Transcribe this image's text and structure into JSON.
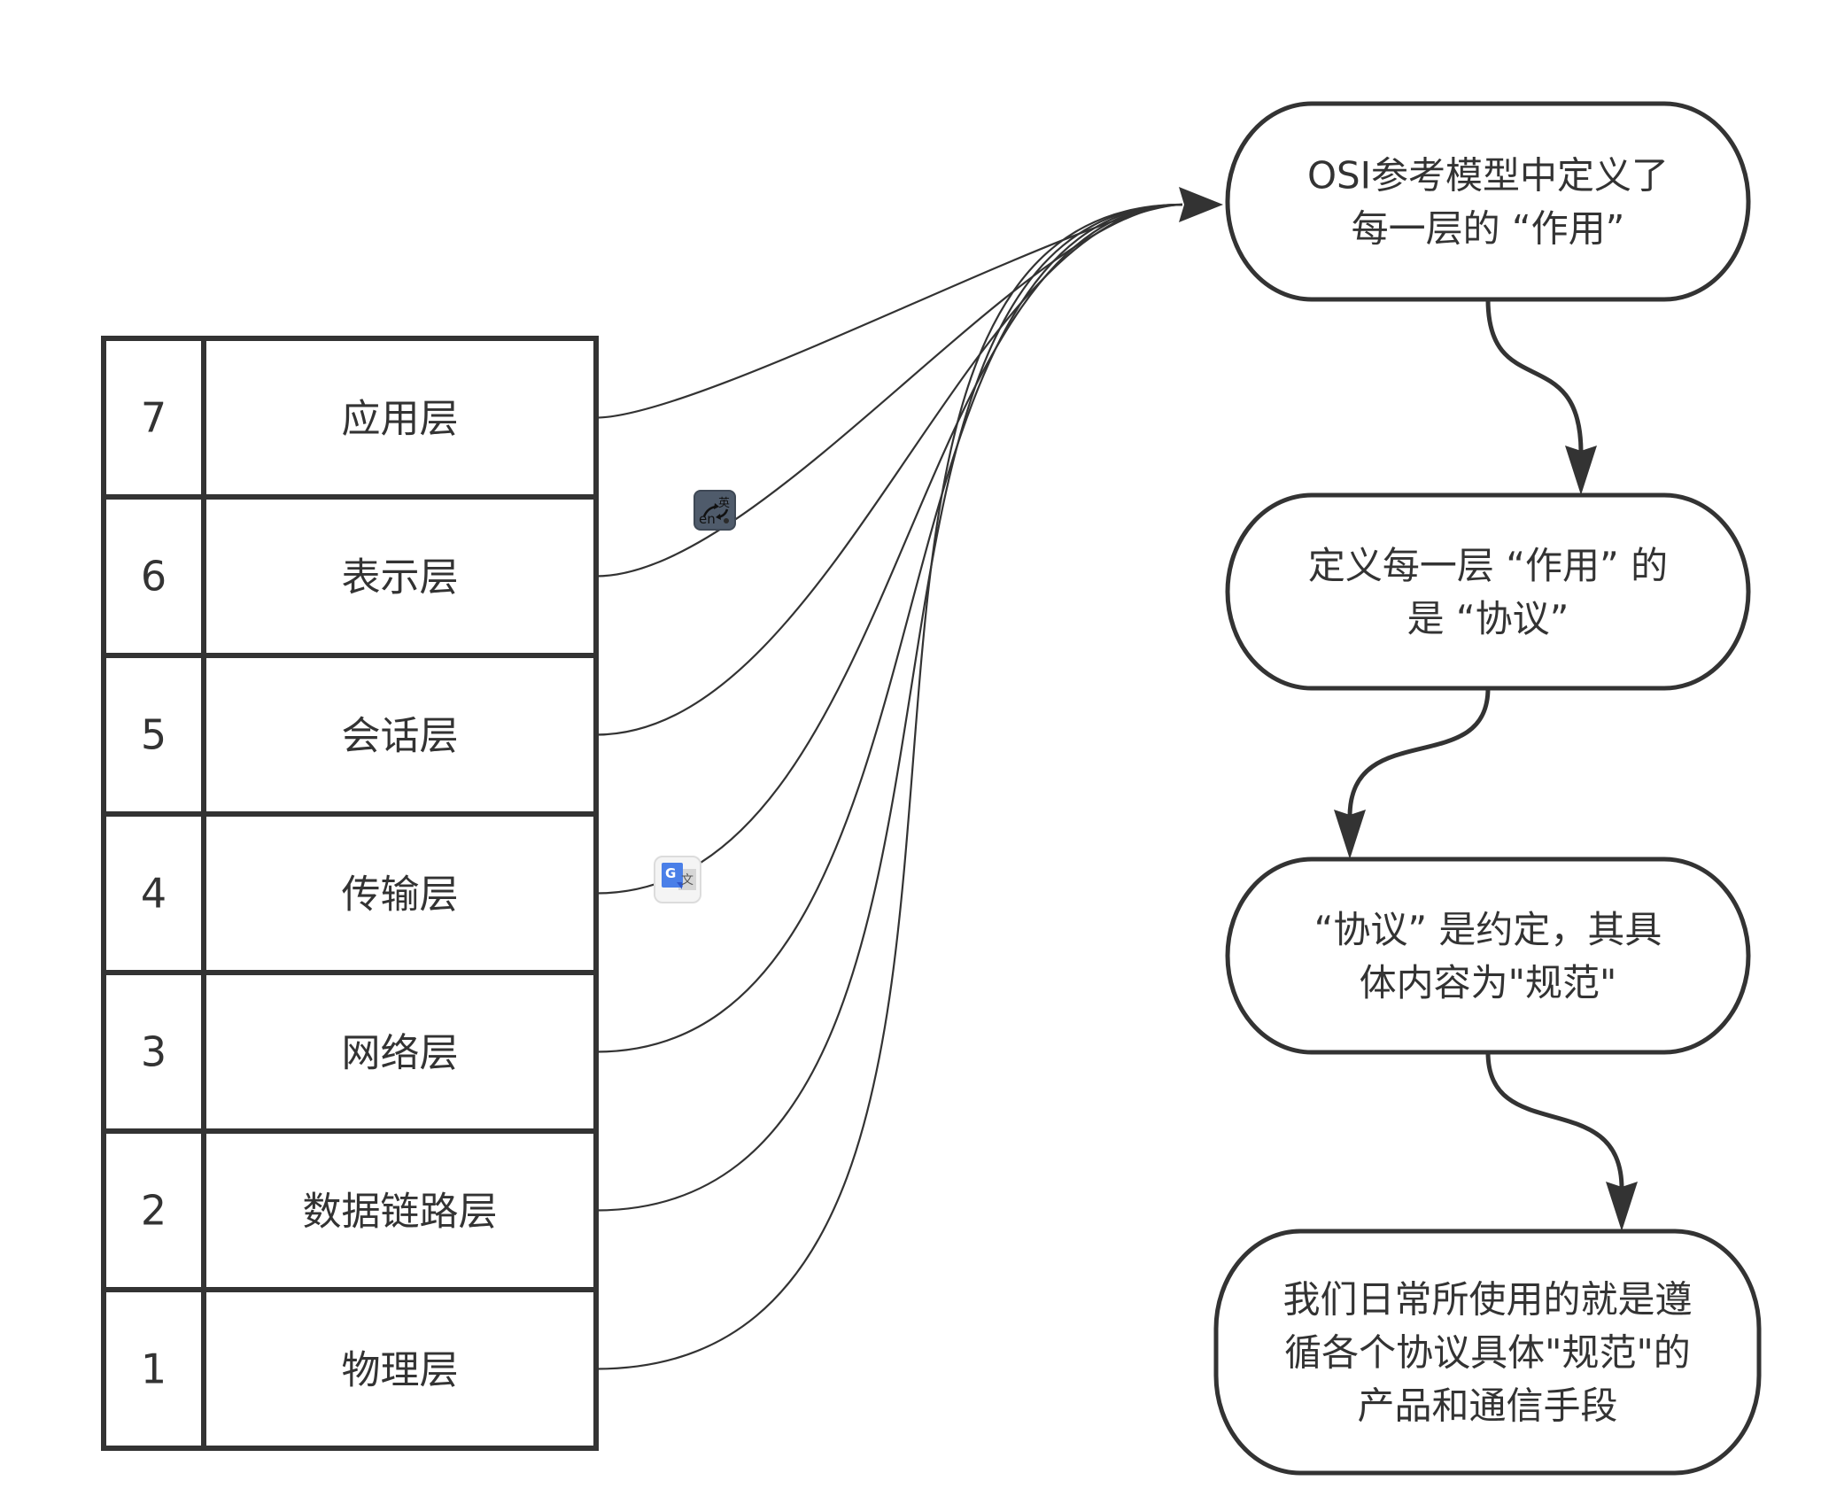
{
  "diagram": {
    "title": "OSI参考模型",
    "layers_table": {
      "rows": [
        {
          "number": "7",
          "name": "应用层"
        },
        {
          "number": "6",
          "name": "表示层"
        },
        {
          "number": "5",
          "name": "会话层"
        },
        {
          "number": "4",
          "name": "传输层"
        },
        {
          "number": "3",
          "name": "网络层"
        },
        {
          "number": "2",
          "name": "数据链路层"
        },
        {
          "number": "1",
          "name": "物理层"
        }
      ]
    },
    "nodes": [
      {
        "id": "n1",
        "shape": "rounded",
        "lines": [
          "OSI参考模型中定义了",
          "每一层的 “作用”"
        ]
      },
      {
        "id": "n2",
        "shape": "rounded",
        "lines": [
          "定义每一层 “作用” 的",
          "是 “协议”"
        ]
      },
      {
        "id": "n3",
        "shape": "rounded",
        "lines": [
          "“协议” 是约定，其具",
          "体内容为\"规范\""
        ]
      },
      {
        "id": "n4",
        "shape": "rounded",
        "lines": [
          "我们日常所使用的就是遵",
          "循各个协议具体\"规范\"的",
          "产品和通信手段"
        ]
      }
    ],
    "edges": [
      {
        "from": "layer-7",
        "to": "n1",
        "arrow": "end"
      },
      {
        "from": "layer-6",
        "to": "n1",
        "arrow": "end"
      },
      {
        "from": "layer-5",
        "to": "n1",
        "arrow": "end"
      },
      {
        "from": "layer-4",
        "to": "n1",
        "arrow": "end"
      },
      {
        "from": "layer-3",
        "to": "n1",
        "arrow": "end"
      },
      {
        "from": "layer-2",
        "to": "n1",
        "arrow": "end"
      },
      {
        "from": "layer-1",
        "to": "n1",
        "arrow": "end"
      },
      {
        "from": "n1",
        "to": "n2",
        "arrow": "end"
      },
      {
        "from": "n2",
        "to": "n3",
        "arrow": "end"
      },
      {
        "from": "n3",
        "to": "n4",
        "arrow": "end"
      }
    ],
    "colors": {
      "stroke": "#333333",
      "text": "#333333",
      "background": "#ffffff"
    }
  },
  "overlays": {
    "ime_icon": {
      "icon": "ime-language-switch-icon",
      "label_en": "en",
      "label_zh": "英"
    },
    "translate_icon": {
      "icon": "google-translate-icon",
      "label_g": "G",
      "label_wen": "文"
    }
  }
}
